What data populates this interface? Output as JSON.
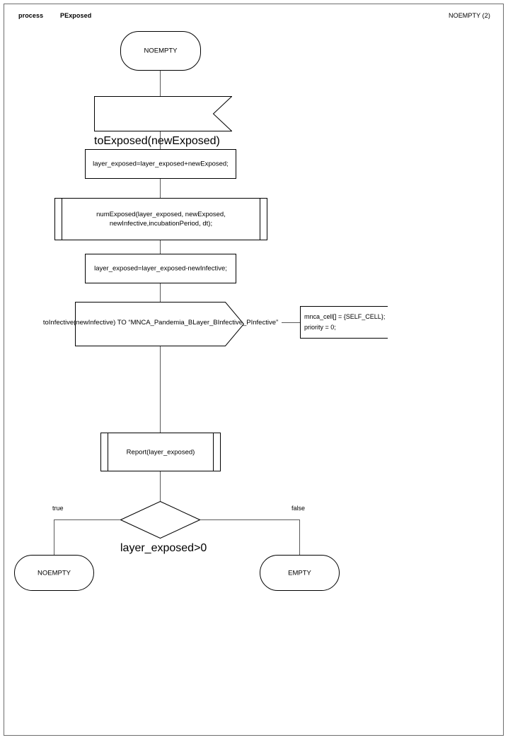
{
  "page": {
    "header_left_bold": "process",
    "header_left_name": "PExposed",
    "header_right": "NOEMPTY (2)"
  },
  "colors": {
    "stroke": "#000000",
    "connector": "#5a5a5a",
    "frame": "#6e6e6e",
    "background": "#ffffff"
  },
  "nodes": {
    "start_state": {
      "type": "terminator",
      "label": "NOEMPTY"
    },
    "receive_signal": {
      "type": "receive-signal",
      "label": "toExposed(newExposed)"
    },
    "assign_add": {
      "type": "process",
      "label": "layer_exposed=layer_exposed+newExposed;"
    },
    "call_num_exposed": {
      "type": "subroutine",
      "label": "numExposed(layer_exposed, newExposed,\nnewInfective,incubationPeriod, dt);"
    },
    "assign_sub": {
      "type": "process",
      "label": "layer_exposed=layer_exposed-newInfective;"
    },
    "send_signal": {
      "type": "send-signal",
      "label": "toInfective(newInfective) TO “MNCA_Pandemia_BLayer_BInfective_PInfective”"
    },
    "annotation": {
      "type": "comment",
      "line1": "mnca_cell[] = {SELF_CELL};",
      "line2": "priority = 0;"
    },
    "call_report": {
      "type": "subroutine",
      "label": "Report(layer_exposed)"
    },
    "decision": {
      "type": "decision",
      "label": "layer_exposed>0",
      "true_label": "true",
      "false_label": "false"
    },
    "end_true": {
      "type": "terminator",
      "label": "NOEMPTY"
    },
    "end_false": {
      "type": "terminator",
      "label": "EMPTY"
    }
  }
}
